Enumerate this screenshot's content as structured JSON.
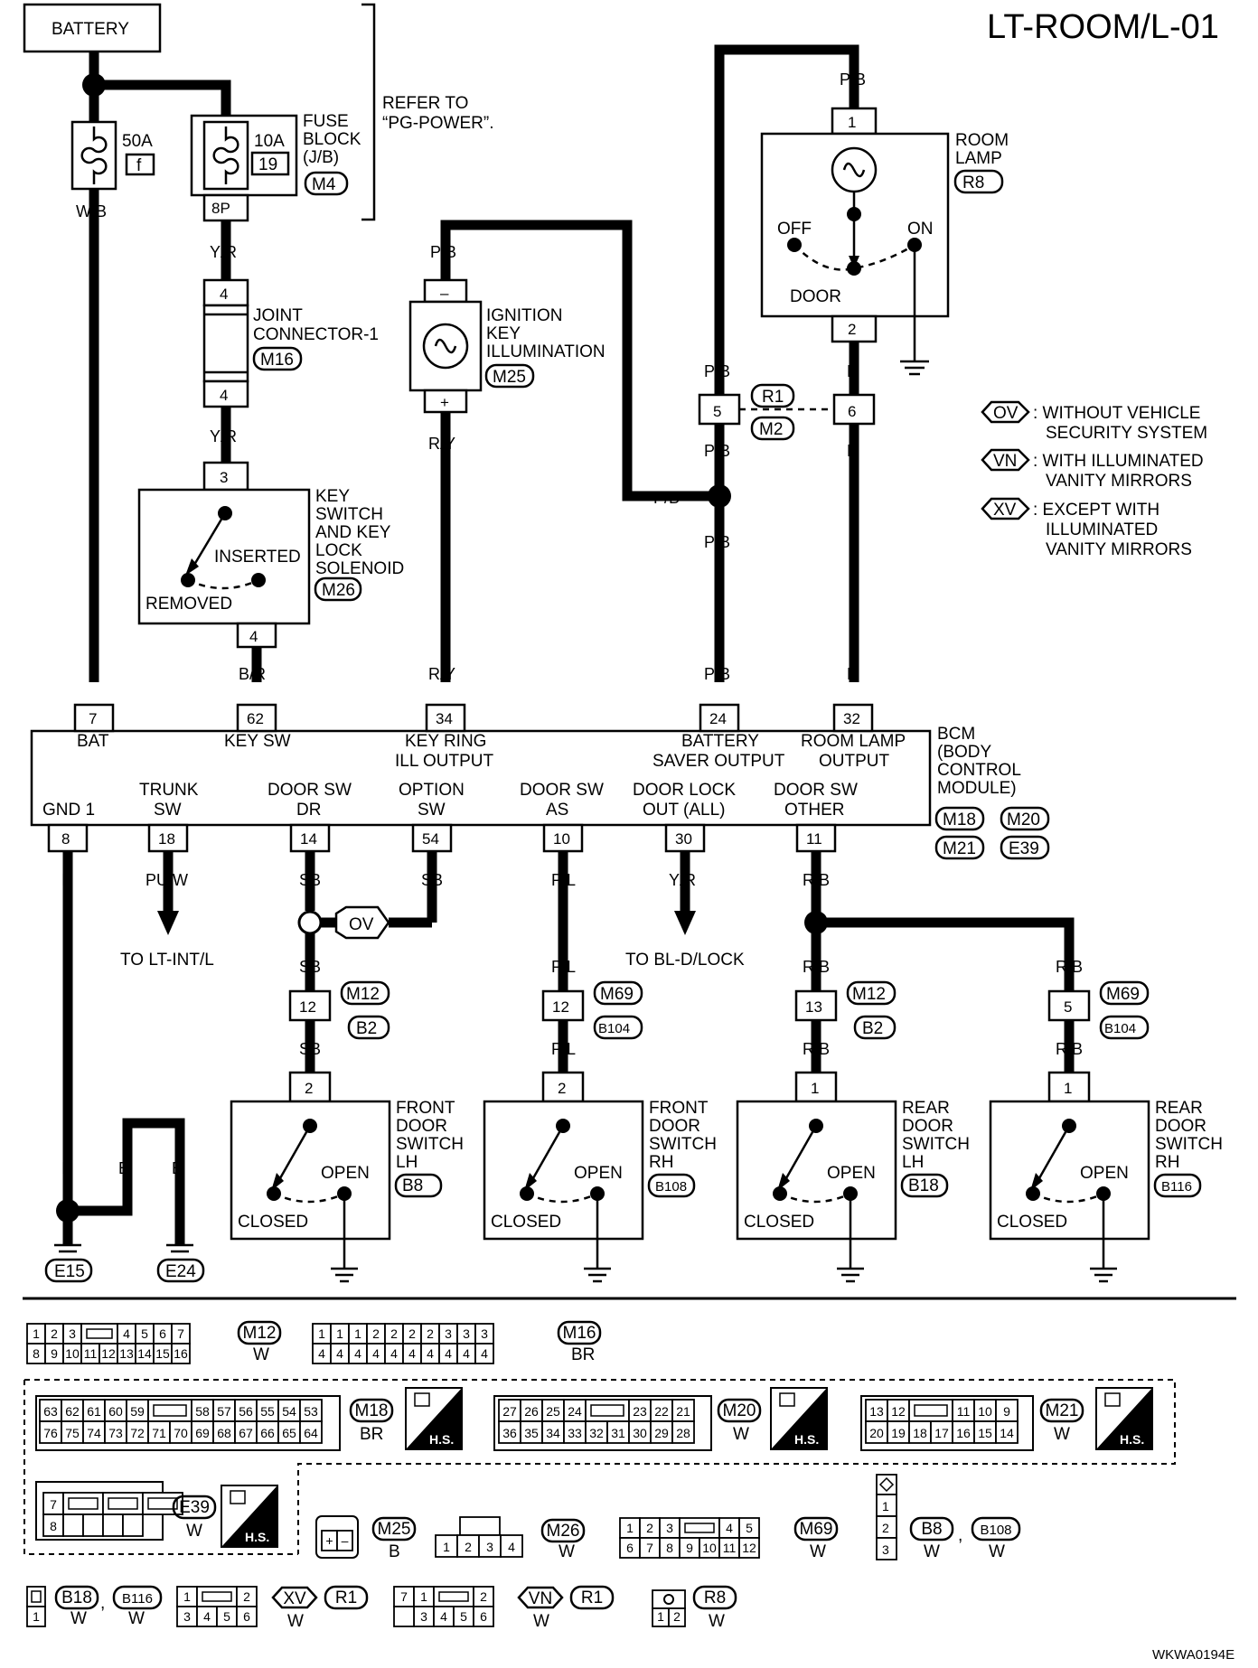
{
  "title": "LT-ROOM/L-01",
  "figure_code": "WKWA0194E",
  "battery": {
    "label": "BATTERY"
  },
  "fuse_main": {
    "rating": "50A",
    "id": "f"
  },
  "fuse_block": {
    "rating": "10A",
    "slot": "19",
    "l1": "FUSE",
    "l2": "BLOCK",
    "l3": "(J/B)",
    "conn": "M4",
    "pin": "8P"
  },
  "refer": {
    "l1": "REFER TO",
    "l2": "“PG-POWER”."
  },
  "joint": {
    "pin_top": "4",
    "pin_bot": "4",
    "l1": "JOINT",
    "l2": "CONNECTOR-1",
    "conn": "M16"
  },
  "keysw": {
    "pin_top": "3",
    "pin_bot": "4",
    "inserted": "INSERTED",
    "removed": "REMOVED",
    "l1": "KEY",
    "l2": "SWITCH",
    "l3": "AND KEY",
    "l4": "LOCK",
    "l5": "SOLENOID",
    "conn": "M26"
  },
  "ignition": {
    "pin_top": "–",
    "pin_bot": "+",
    "l1": "IGNITION",
    "l2": "KEY",
    "l3": "ILLUMINATION",
    "conn": "M25"
  },
  "roomlamp": {
    "pin_top": "1",
    "pin_bot": "2",
    "off": "OFF",
    "on": "ON",
    "door": "DOOR",
    "l1": "ROOM",
    "l2": "LAMP",
    "conn": "R8"
  },
  "r1m2": {
    "pin5": "5",
    "pin6": "6",
    "r1": "R1",
    "m2": "M2"
  },
  "wires": {
    "wb": "W/B",
    "yr": "Y/R",
    "br": "B/R",
    "pb": "P/B",
    "ry": "R/Y",
    "r": "R",
    "b": "B",
    "puw": "PU/W",
    "sb": "SB",
    "pl": "P/L",
    "rb": "R/B"
  },
  "bcm": {
    "l1": "BCM",
    "l2": "(BODY",
    "l3": "CONTROL",
    "l4": "MODULE)",
    "conn1": "M18",
    "conn2": "M20",
    "conn3": "M21",
    "conn4": "E39",
    "top": [
      {
        "pin": "7",
        "name": "BAT"
      },
      {
        "pin": "62",
        "name": "KEY SW"
      },
      {
        "pin": "34",
        "name1": "KEY RING",
        "name2": "ILL OUTPUT"
      },
      {
        "pin": "24",
        "name1": "BATTERY",
        "name2": "SAVER OUTPUT"
      },
      {
        "pin": "32",
        "name1": "ROOM LAMP",
        "name2": "OUTPUT"
      }
    ],
    "bot": [
      {
        "pin": "8",
        "name1": "GND 1"
      },
      {
        "pin": "18",
        "name1": "TRUNK",
        "name2": "SW",
        "to": "TO LT-INT/L"
      },
      {
        "pin": "14",
        "name1": "DOOR SW",
        "name2": "DR"
      },
      {
        "pin": "54",
        "name1": "OPTION",
        "name2": "SW"
      },
      {
        "pin": "10",
        "name1": "DOOR SW",
        "name2": "AS"
      },
      {
        "pin": "30",
        "name1": "DOOR LOCK",
        "name2": "OUT (ALL)",
        "to": "TO BL-D/LOCK"
      },
      {
        "pin": "11",
        "name1": "DOOR SW",
        "name2": "OTHER"
      }
    ]
  },
  "option_tag": "OV",
  "grounds": [
    "E15",
    "E24"
  ],
  "mid": [
    {
      "pin": "12",
      "c1": "M12",
      "c2": "B2"
    },
    {
      "pin": "12",
      "c1": "M69",
      "c2": "B104"
    },
    {
      "pin": "13",
      "c1": "M12",
      "c2": "B2"
    },
    {
      "pin": "5",
      "c1": "M69",
      "c2": "B104"
    }
  ],
  "switches": [
    {
      "pin": "2",
      "l1": "FRONT",
      "l2": "DOOR",
      "l3": "SWITCH",
      "l4": "LH",
      "conn": "B8",
      "closed": "CLOSED",
      "open": "OPEN"
    },
    {
      "pin": "2",
      "l1": "FRONT",
      "l2": "DOOR",
      "l3": "SWITCH",
      "l4": "RH",
      "conn": "B108",
      "closed": "CLOSED",
      "open": "OPEN"
    },
    {
      "pin": "1",
      "l1": "REAR",
      "l2": "DOOR",
      "l3": "SWITCH",
      "l4": "LH",
      "conn": "B18",
      "closed": "CLOSED",
      "open": "OPEN"
    },
    {
      "pin": "1",
      "l1": "REAR",
      "l2": "DOOR",
      "l3": "SWITCH",
      "l4": "RH",
      "conn": "B116",
      "closed": "CLOSED",
      "open": "OPEN"
    }
  ],
  "legend": [
    {
      "code": "OV",
      "l1": ": WITHOUT VEHICLE",
      "l2": "SECURITY SYSTEM"
    },
    {
      "code": "VN",
      "l1": ": WITH ILLUMINATED",
      "l2": "VANITY MIRRORS"
    },
    {
      "code": "XV",
      "l1": ": EXCEPT WITH",
      "l2": "ILLUMINATED",
      "l3": "VANITY MIRRORS"
    }
  ],
  "faces": {
    "m12": {
      "row1": [
        "1",
        "2",
        "3",
        "",
        "4",
        "5",
        "6",
        "7"
      ],
      "row2": [
        "8",
        "9",
        "10",
        "11",
        "12",
        "13",
        "14",
        "15",
        "16"
      ],
      "conn": "M12",
      "color": "W"
    },
    "m16": {
      "row1": [
        "1",
        "1",
        "1",
        "2",
        "2",
        "2",
        "2",
        "3",
        "3",
        "3"
      ],
      "row2": [
        "4",
        "4",
        "4",
        "4",
        "4",
        "4",
        "4",
        "4",
        "4",
        "4"
      ],
      "conn": "M16",
      "color": "BR"
    },
    "m18": {
      "row1": [
        "63",
        "62",
        "61",
        "60",
        "59",
        "",
        "58",
        "57",
        "56",
        "55",
        "54",
        "53"
      ],
      "row2": [
        "76",
        "75",
        "74",
        "73",
        "72",
        "71",
        "70",
        "69",
        "68",
        "67",
        "66",
        "65",
        "64"
      ],
      "conn": "M18",
      "color": "BR"
    },
    "m20": {
      "row1": [
        "27",
        "26",
        "25",
        "24",
        "",
        "23",
        "22",
        "21"
      ],
      "row2": [
        "36",
        "35",
        "34",
        "33",
        "32",
        "31",
        "30",
        "29",
        "28"
      ],
      "conn": "M20",
      "color": "W"
    },
    "m21": {
      "row1": [
        "13",
        "12",
        "",
        "11",
        "10",
        "9"
      ],
      "row2": [
        "20",
        "19",
        "18",
        "17",
        "16",
        "15",
        "14"
      ],
      "conn": "M21",
      "color": "W"
    },
    "e39": {
      "row1": [
        "7"
      ],
      "row2": [
        "8"
      ],
      "conn": "E39",
      "color": "W"
    },
    "m25": {
      "pins": [
        "+",
        "–"
      ],
      "conn": "M25",
      "color": "B"
    },
    "m26": {
      "pins": [
        "1",
        "2",
        "3",
        "4"
      ],
      "conn": "M26",
      "color": "W"
    },
    "m69": {
      "row1": [
        "1",
        "2",
        "3",
        "",
        "4",
        "5"
      ],
      "row2": [
        "6",
        "7",
        "8",
        "9",
        "10",
        "11",
        "12"
      ],
      "conn": "M69",
      "color": "W"
    },
    "b8": {
      "pins": [
        "1",
        "2",
        "3"
      ],
      "conn1": "B8",
      "conn2": "B108",
      "color": "W"
    },
    "b18": {
      "pins": [
        "1"
      ],
      "conn1": "B18",
      "conn2": "B116",
      "color": "W"
    },
    "r1xv": {
      "row1": [
        "1",
        "",
        "2"
      ],
      "row2": [
        "3",
        "4",
        "5",
        "6"
      ],
      "tag": "XV",
      "conn": "R1",
      "color": "W"
    },
    "r1vn": {
      "row1": [
        "7",
        "1",
        "",
        "2"
      ],
      "row2": [
        "3",
        "4",
        "5",
        "6"
      ],
      "tag": "VN",
      "conn": "R1",
      "color": "W"
    },
    "r8": {
      "pins": [
        "1",
        "2"
      ],
      "conn": "R8",
      "color": "W"
    },
    "hs": "H.S."
  }
}
